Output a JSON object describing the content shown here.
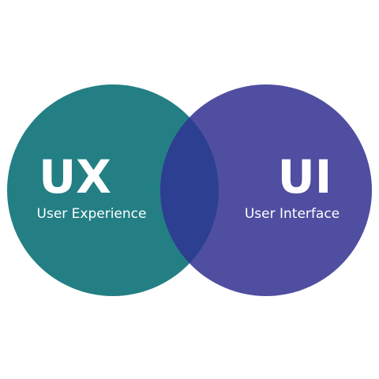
{
  "diagram": {
    "left_circle": {
      "title": "UX",
      "subtitle": "User Experience",
      "color": "#237f84"
    },
    "right_circle": {
      "title": "UI",
      "subtitle": "User Interface",
      "color": "#4f4ea0"
    },
    "overlap_color": "#2c3f91",
    "background": "#ffffff"
  }
}
